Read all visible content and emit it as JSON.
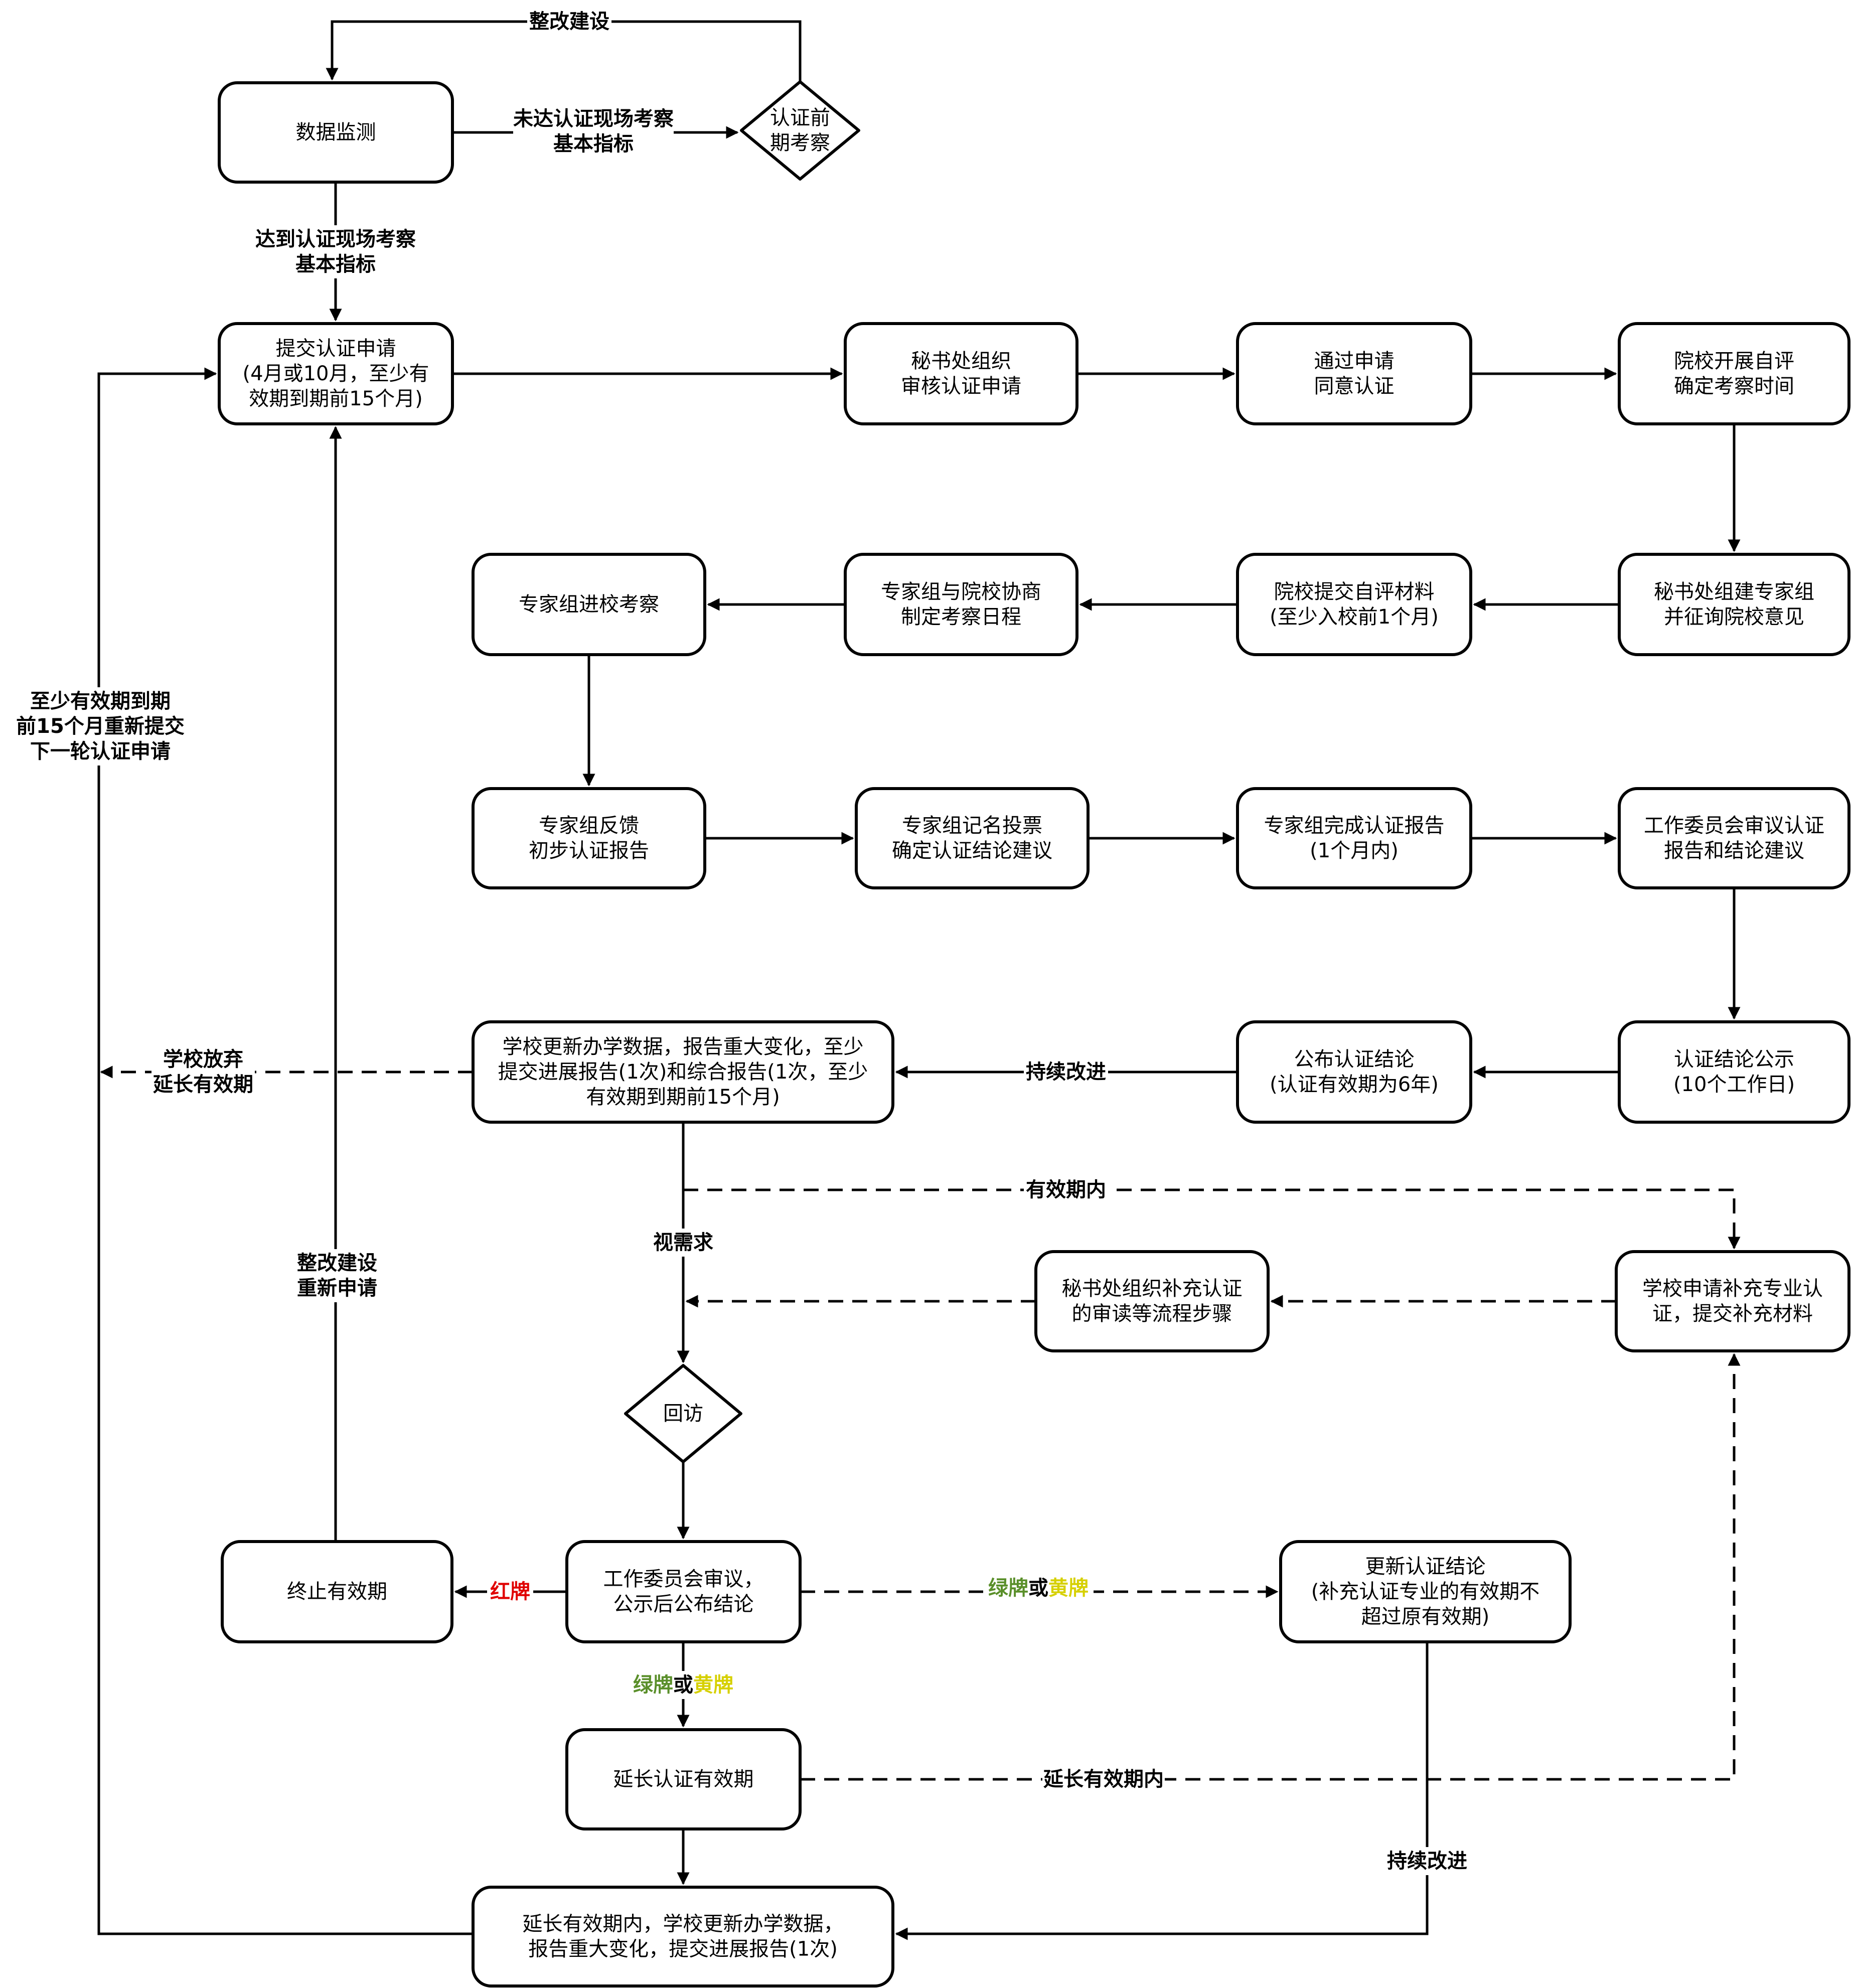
{
  "nodes": {
    "data_monitor": [
      "数据监测"
    ],
    "pre_inspect": [
      "认证前",
      "期考察"
    ],
    "submit": [
      "提交认证申请",
      "(4月或10月，至少有",
      "效期到期前15个月)"
    ],
    "sec_review": [
      "秘书处组织",
      "审核认证申请"
    ],
    "pass": [
      "通过申请",
      "同意认证"
    ],
    "self_eval": [
      "院校开展自评",
      "确定考察时间"
    ],
    "form_group": [
      "秘书处组建专家组",
      "并征询院校意见"
    ],
    "submit_materials": [
      "院校提交自评材料",
      "(至少入校前1个月)"
    ],
    "negotiate": [
      "专家组与院校协商",
      "制定考察日程"
    ],
    "visit": [
      "专家组进校考察"
    ],
    "feedback": [
      "专家组反馈",
      "初步认证报告"
    ],
    "vote": [
      "专家组记名投票",
      "确定认证结论建议"
    ],
    "report": [
      "专家组完成认证报告",
      "(1个月内)"
    ],
    "committee": [
      "工作委员会审议认证",
      "报告和结论建议"
    ],
    "publicity": [
      "认证结论公示",
      "(10个工作日)"
    ],
    "publish": [
      "公布认证结论",
      "(认证有效期为6年)"
    ],
    "update": [
      "学校更新办学数据，报告重大变化，至少",
      "提交进展报告(1次)和综合报告(1次，至少",
      "有效期到期前15个月)"
    ],
    "apply_supp": [
      "学校申请补充专业认",
      "证，提交补充材料"
    ],
    "sec_supp": [
      "秘书处组织补充认证",
      "的审读等流程步骤"
    ],
    "revisit": [
      "回访"
    ],
    "terminate": [
      "终止有效期"
    ],
    "committee2": [
      "工作委员会审议，",
      "公示后公布结论"
    ],
    "renew": [
      "更新认证结论",
      "(补充认证专业的有效期不",
      "超过原有效期)"
    ],
    "extend": [
      "延长认证有效期"
    ],
    "extended_update": [
      "延长有效期内，学校更新办学数据，",
      "报告重大变化，提交进展报告(1次)"
    ]
  },
  "labels": {
    "rectify_top": "整改建设",
    "not_reached": [
      "未达认证现场考察",
      "基本指标"
    ],
    "reached": [
      "达到认证现场考察",
      "基本指标"
    ],
    "resubmit": [
      "至少有效期到期",
      "前15个月重新提交",
      "下一轮认证申请"
    ],
    "abandon": [
      "学校放弃",
      "延长有效期"
    ],
    "rectify_reapply": [
      "整改建设",
      "重新申请"
    ],
    "continuous_1": "持续改进",
    "within_validity": "有效期内",
    "as_needed": "视需求",
    "red_card": "红牌",
    "green_card": "绿牌",
    "or": "或",
    "yellow_card": "黄牌",
    "within_extended": "延长有效期内",
    "continuous_2": "持续改进"
  },
  "colors": {
    "red": "#e00000",
    "green": "#5a8f2a",
    "yellow": "#d6d000"
  }
}
